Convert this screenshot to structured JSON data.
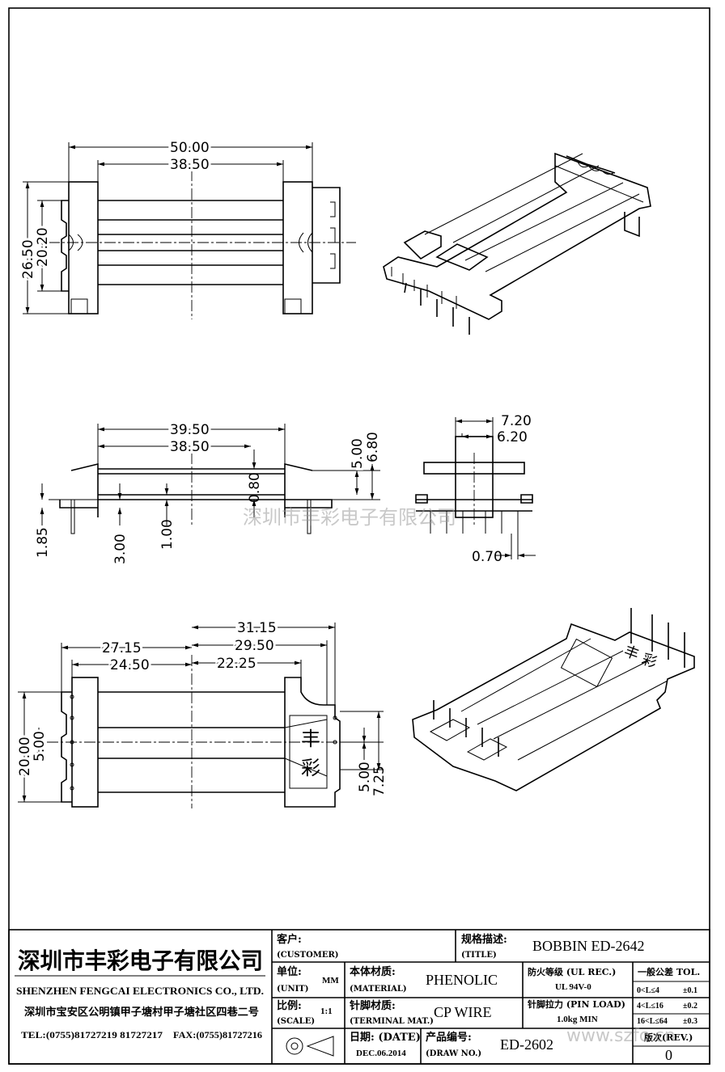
{
  "dimensions": {
    "top_width_outer": "50.00",
    "top_width_inner": "38.50",
    "top_height_outer": "26.50",
    "top_height_inner": "20.20",
    "side_width_outer": "39.50",
    "side_width_inner": "38.50",
    "side_height_outer": "6.80",
    "side_height_inner": "5.00",
    "side_flange": "0.80",
    "side_pin": "1.85",
    "side_step": "3.00",
    "side_base": "1.00",
    "end_outer": "7.20",
    "end_inner": "6.20",
    "end_pin": "0.70",
    "bottom_r1": "31.15",
    "bottom_r2": "29.50",
    "bottom_r3": "22.25",
    "bottom_l1": "27.15",
    "bottom_l2": "24.50",
    "bottom_v1": "20.00",
    "bottom_v2": "5.00",
    "bottom_v3": "5.00",
    "bottom_v4": "7.25"
  },
  "marking": {
    "char1": "丰",
    "char2": "彩"
  },
  "watermark": {
    "center": "深圳市丰彩电子有限公司",
    "corner": "www.szfc.cn"
  },
  "title_block": {
    "company_cn": "深圳市丰彩电子有限公司",
    "company_en": "SHENZHEN FENGCAI ELECTRONICS CO., LTD.",
    "address": "深圳市宝安区公明镇甲子塘村甲子塘社区四巷二号",
    "tel": "TEL:(0755)81727219  81727217",
    "fax": "FAX:(0755)81727216",
    "customer_cn": "客户:",
    "customer_en": "(CUSTOMER)",
    "title_cn": "规格描述:",
    "title_en": "(TITLE)",
    "title_value": "BOBBIN ED-2642",
    "unit_cn": "单位:",
    "unit_en": "(UNIT)",
    "unit_value": "MM",
    "material_cn": "本体材质:",
    "material_en": "(MATERIAL)",
    "material_value": "PHENOLIC",
    "ul_cn": "防火等级 (UL REC.)",
    "ul_value": "UL 94V-0",
    "tol_cn": "一般公差 TOL.",
    "tol_rows": [
      {
        "range": "0<L≤4",
        "tol": "±0.1"
      },
      {
        "range": "4<L≤16",
        "tol": "±0.2"
      },
      {
        "range": "16<L≤64",
        "tol": "±0.3"
      }
    ],
    "scale_cn": "比例:",
    "scale_en": "(SCALE)",
    "scale_value": "1:1",
    "terminal_cn": "针脚材质:",
    "terminal_en": "(TERMINAL MAT.)",
    "terminal_value": "CP WIRE",
    "pinload_cn": "针脚拉力 (PIN LOAD)",
    "pinload_value": "1.0kg MIN",
    "date_cn": "日期: (DATE)",
    "date_value": "DEC.06.2014",
    "drawno_cn": "产品编号:",
    "drawno_en": "(DRAW NO.)",
    "drawno_value": "ED-2602",
    "rev_cn": "版次(REV.)",
    "rev_value": "0"
  }
}
